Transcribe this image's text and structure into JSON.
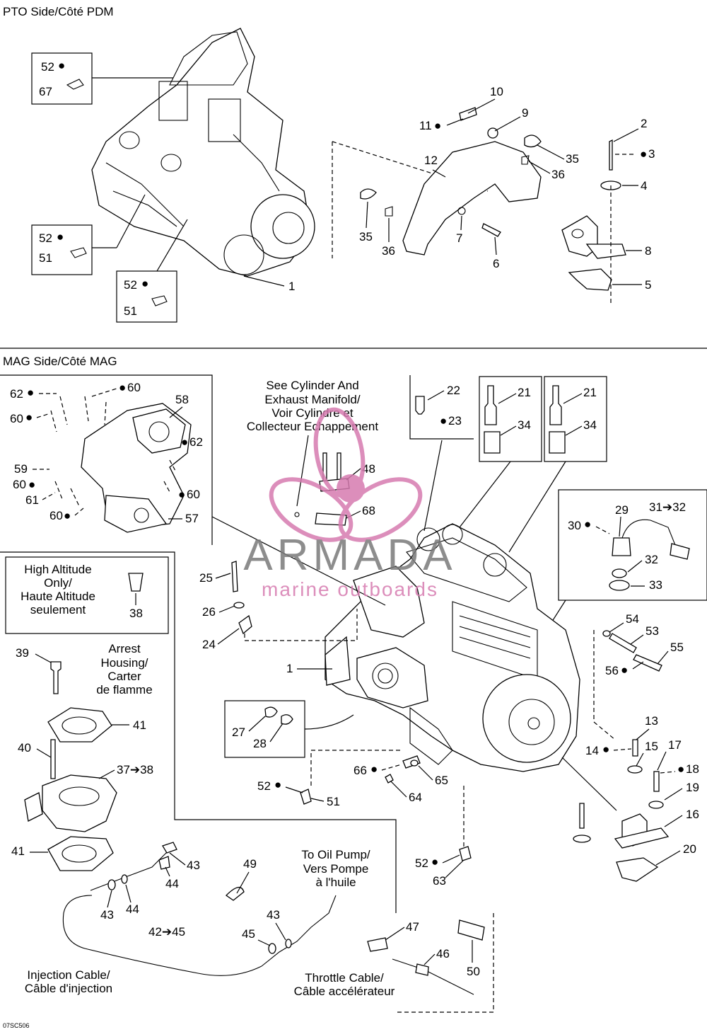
{
  "sections": {
    "pto": "PTO Side/Côté PDM",
    "mag": "MAG Side/Côté MAG"
  },
  "notes": {
    "see_cyl_1": "See Cylinder And",
    "see_cyl_2": "Exhaust Manifold/",
    "see_cyl_3": "Voir Cylindre et",
    "see_cyl_4": "Collecteur Echappement",
    "high_alt_1": "High Altitude",
    "high_alt_2": "Only/",
    "high_alt_3": "Haute Altitude",
    "high_alt_4": "seulement",
    "arrest_1": "Arrest",
    "arrest_2": "Housing/",
    "arrest_3": "Carter",
    "arrest_4": "de flamme",
    "oil_1": "To Oil Pump/",
    "oil_2": "Vers Pompe",
    "oil_3": "à l'huile",
    "inj_1": "Injection Cable/",
    "inj_2": "Câble d'injection",
    "thr_1": "Throttle Cable/",
    "thr_2": "Câble accélérateur",
    "fig_code": "07SC506"
  },
  "watermark": {
    "brand": "ARMADA",
    "tagline": "marine outboards",
    "color": "#d67bb0"
  },
  "labels": {
    "p52a": "52",
    "p67": "67",
    "p52b": "52",
    "p51a": "51",
    "p52c": "52",
    "p51b": "51",
    "p1a": "1",
    "p10": "10",
    "p11": "11",
    "p9": "9",
    "p35a": "35",
    "p36a": "36",
    "p12": "12",
    "p35b": "35",
    "p36b": "36",
    "p7": "7",
    "p6": "6",
    "p2": "2",
    "p3": "3",
    "p4": "4",
    "p8": "8",
    "p5": "5",
    "p62a": "62",
    "p60a": "60",
    "p60b": "60",
    "p58": "58",
    "p62b": "62",
    "p59": "59",
    "p60c": "60",
    "p61": "61",
    "p60d": "60",
    "p60e": "60",
    "p57": "57",
    "p22": "22",
    "p23": "23",
    "p21a": "21",
    "p34a": "34",
    "p21b": "21",
    "p34b": "34",
    "p48": "48",
    "p68": "68",
    "p29": "29",
    "p3132": "31➔32",
    "p30": "30",
    "p32": "32",
    "p33": "33",
    "p25": "25",
    "p26": "26",
    "p24": "24",
    "p38": "38",
    "p1b": "1",
    "p54": "54",
    "p53": "53",
    "p55": "55",
    "p56": "56",
    "p27": "27",
    "p28": "28",
    "p13": "13",
    "p14": "14",
    "p15": "15",
    "p17": "17",
    "p18": "18",
    "p19": "19",
    "p16": "16",
    "p20": "20",
    "p66": "66",
    "p65": "65",
    "p64": "64",
    "p52d": "52",
    "p51c": "51",
    "p52e": "52",
    "p63": "63",
    "p39": "39",
    "p41a": "41",
    "p40": "40",
    "p3738": "37➔38",
    "p41b": "41",
    "p43a": "43",
    "p44a": "44",
    "p43b": "43",
    "p44b": "44",
    "p4245": "42➔45",
    "p49": "49",
    "p43c": "43",
    "p45": "45",
    "p47": "47",
    "p46": "46",
    "p50": "50"
  }
}
